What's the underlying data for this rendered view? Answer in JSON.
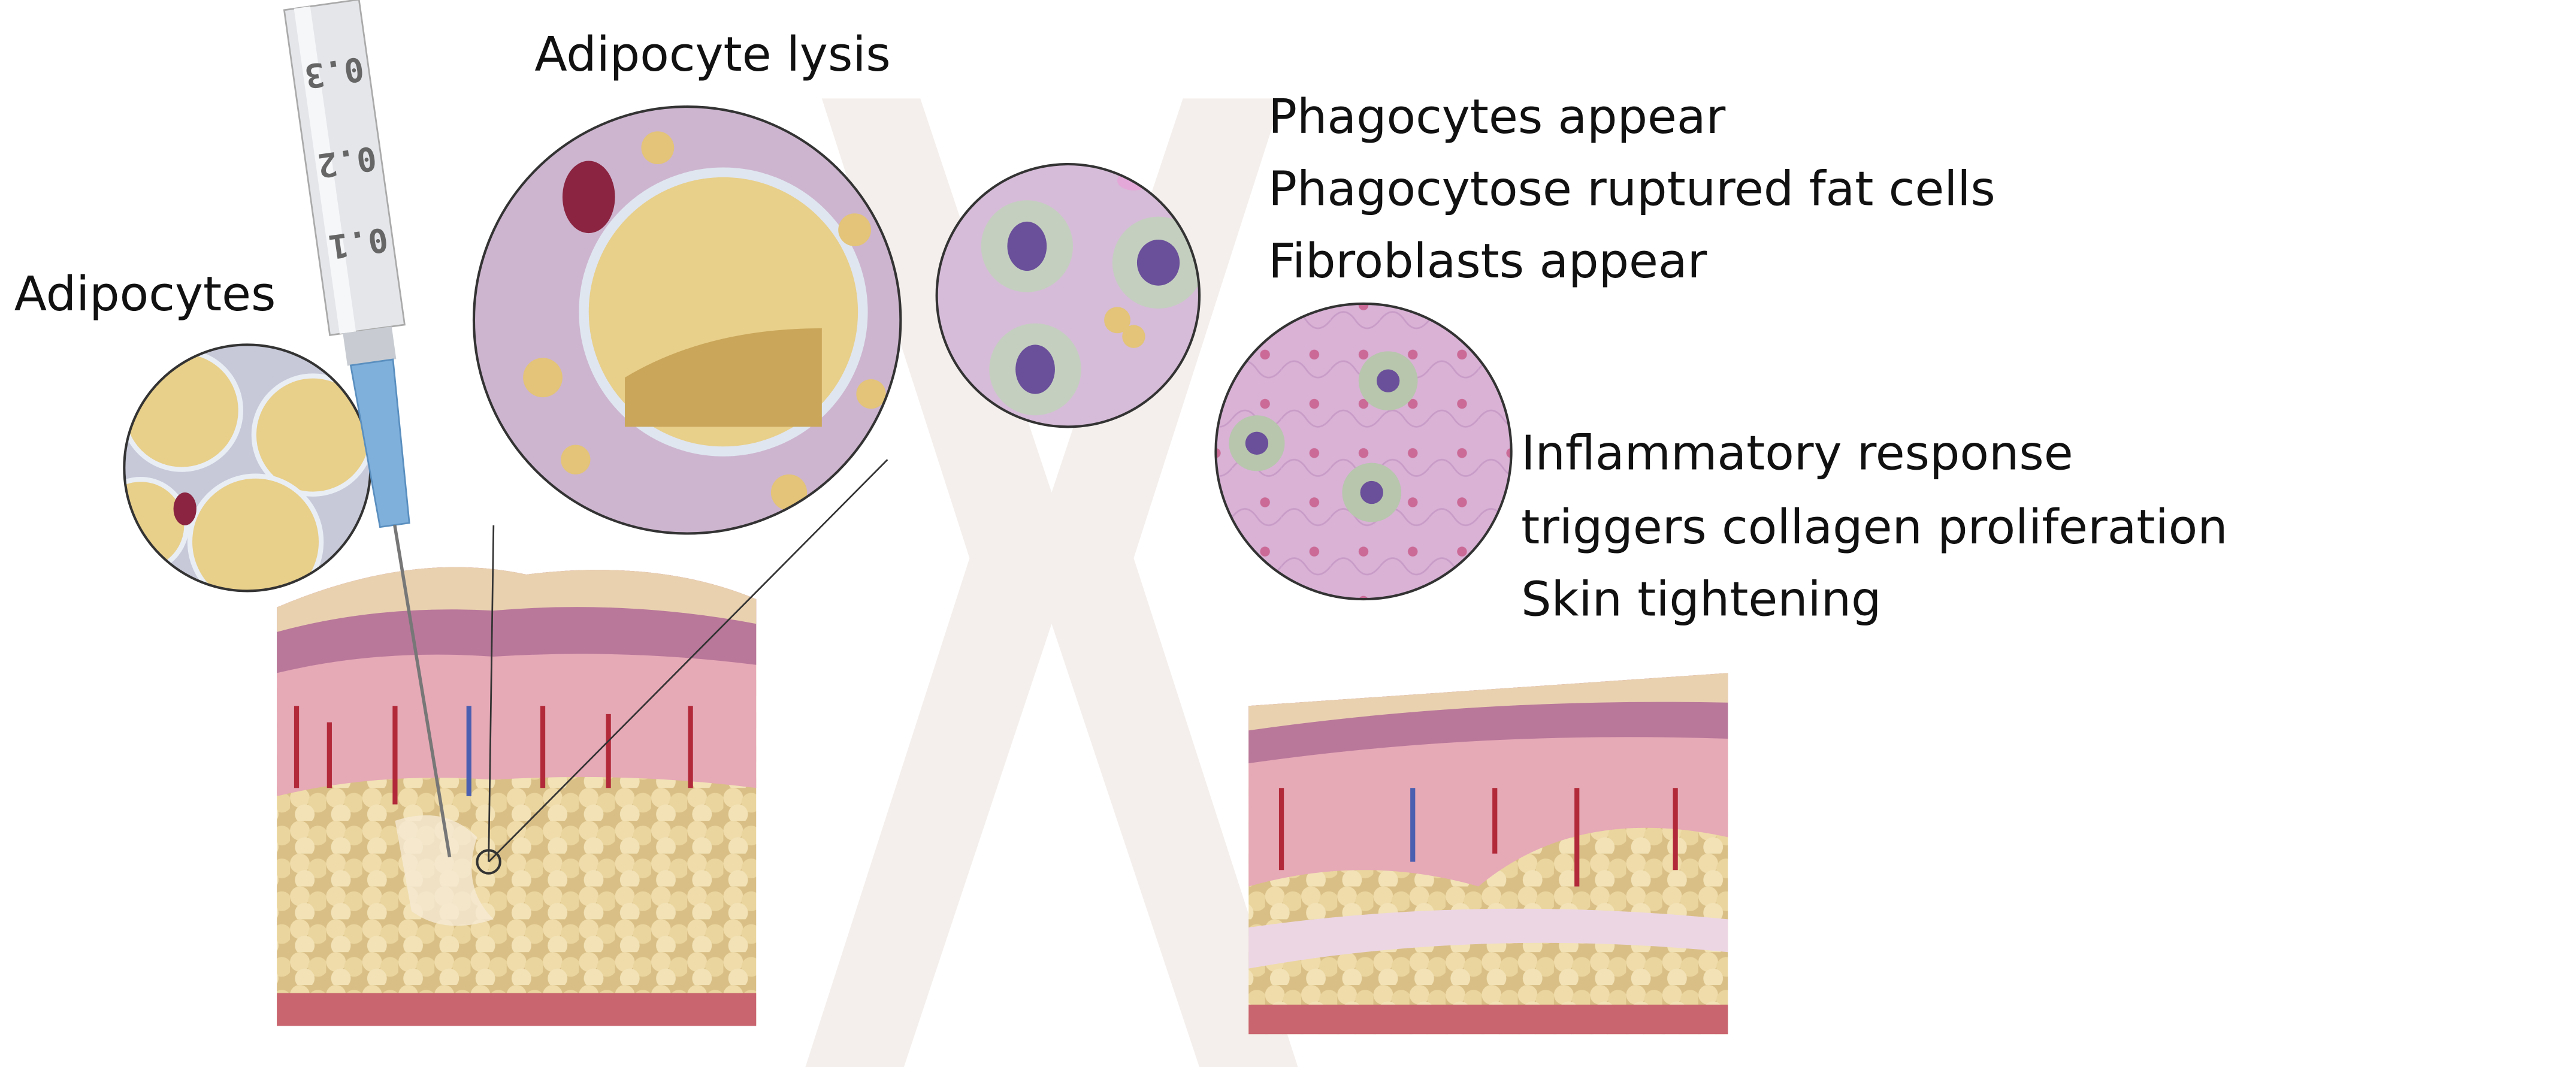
{
  "labels": {
    "adipocyte_lysis": "Adipocyte lysis",
    "adipocytes": "Adipocytes",
    "phagocytes_appear": "Phagocytes appear",
    "phagocytose": "Phagocytose ruptured fat cells",
    "fibroblasts_appear": "Fibroblasts appear",
    "inflammatory_response": "Inflammatory response",
    "triggers_collagen": "triggers collagen proliferation",
    "skin_tightening": "Skin tightening"
  },
  "syringe": {
    "markings": [
      "0.3",
      "0.2",
      "0.1"
    ]
  },
  "colors": {
    "fat": "#e8cf8a",
    "dermis": "#e6a9b6",
    "epidermis": "#b9789a",
    "surface": "#e9d1b0",
    "tissue_bg": "#d8bfd8",
    "needle_hub": "#7fb0dc",
    "background_shape": "#f3eeeb"
  }
}
